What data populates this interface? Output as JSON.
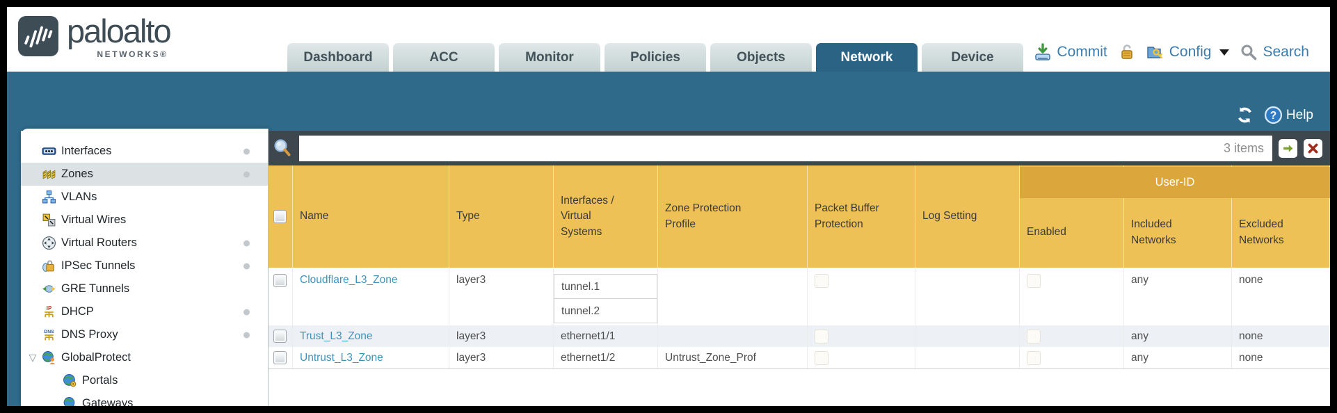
{
  "brand": {
    "name": "paloalto",
    "subtitle": "NETWORKS®"
  },
  "nav_tabs": [
    {
      "label": "Dashboard",
      "active": false
    },
    {
      "label": "ACC",
      "active": false
    },
    {
      "label": "Monitor",
      "active": false
    },
    {
      "label": "Policies",
      "active": false
    },
    {
      "label": "Objects",
      "active": false
    },
    {
      "label": "Network",
      "active": true
    },
    {
      "label": "Device",
      "active": false
    }
  ],
  "top_actions": {
    "commit_label": "Commit",
    "config_label": "Config",
    "search_label": "Search"
  },
  "band": {
    "help_label": "Help"
  },
  "sidebar": {
    "items": [
      {
        "label": "Interfaces",
        "icon": "interfaces-icon",
        "dot": true
      },
      {
        "label": "Zones",
        "icon": "zones-icon",
        "dot": true,
        "selected": true
      },
      {
        "label": "VLANs",
        "icon": "vlans-icon"
      },
      {
        "label": "Virtual Wires",
        "icon": "virtual-wires-icon"
      },
      {
        "label": "Virtual Routers",
        "icon": "virtual-routers-icon",
        "dot": true
      },
      {
        "label": "IPSec Tunnels",
        "icon": "ipsec-tunnels-icon",
        "dot": true
      },
      {
        "label": "GRE Tunnels",
        "icon": "gre-tunnels-icon"
      },
      {
        "label": "DHCP",
        "icon": "dhcp-icon",
        "dot": true
      },
      {
        "label": "DNS Proxy",
        "icon": "dns-proxy-icon",
        "dot": true
      },
      {
        "label": "GlobalProtect",
        "icon": "globalprotect-icon",
        "expanded": true
      },
      {
        "label": "Portals",
        "icon": "portals-icon",
        "indent": 1
      },
      {
        "label": "Gateways",
        "icon": "gateways-icon",
        "indent": 1
      }
    ]
  },
  "toolbar": {
    "filter_value": "",
    "count_label": "3 items"
  },
  "zones_table": {
    "group_header": "User-ID",
    "columns": [
      "Name",
      "Type",
      "Interfaces / Virtual Systems",
      "Zone Protection Profile",
      "Packet Buffer Protection",
      "Log Setting",
      "Enabled",
      "Included Networks",
      "Excluded Networks"
    ],
    "rows": [
      {
        "name": "Cloudflare_L3_Zone",
        "type": "layer3",
        "interfaces": [
          "tunnel.1",
          "tunnel.2"
        ],
        "zone_protection_profile": "",
        "packet_buffer_protection": false,
        "log_setting": "",
        "user_id_enabled": false,
        "included_networks": "any",
        "excluded_networks": "none"
      },
      {
        "name": "Trust_L3_Zone",
        "type": "layer3",
        "interfaces": [
          "ethernet1/1"
        ],
        "zone_protection_profile": "",
        "packet_buffer_protection": false,
        "log_setting": "",
        "user_id_enabled": false,
        "included_networks": "any",
        "excluded_networks": "none"
      },
      {
        "name": "Untrust_L3_Zone",
        "type": "layer3",
        "interfaces": [
          "ethernet1/2"
        ],
        "zone_protection_profile": "Untrust_Zone_Prof",
        "packet_buffer_protection": false,
        "log_setting": "",
        "user_id_enabled": false,
        "included_networks": "any",
        "excluded_networks": "none"
      }
    ]
  },
  "colors": {
    "teal_band": "#2f6a8b",
    "active_tab": "#2b6384",
    "table_header_gold": "#eec157",
    "user_id_band_gold": "#dba63c",
    "filter_bar_dark": "#3e464e",
    "link_blue": "#3e93ba"
  }
}
